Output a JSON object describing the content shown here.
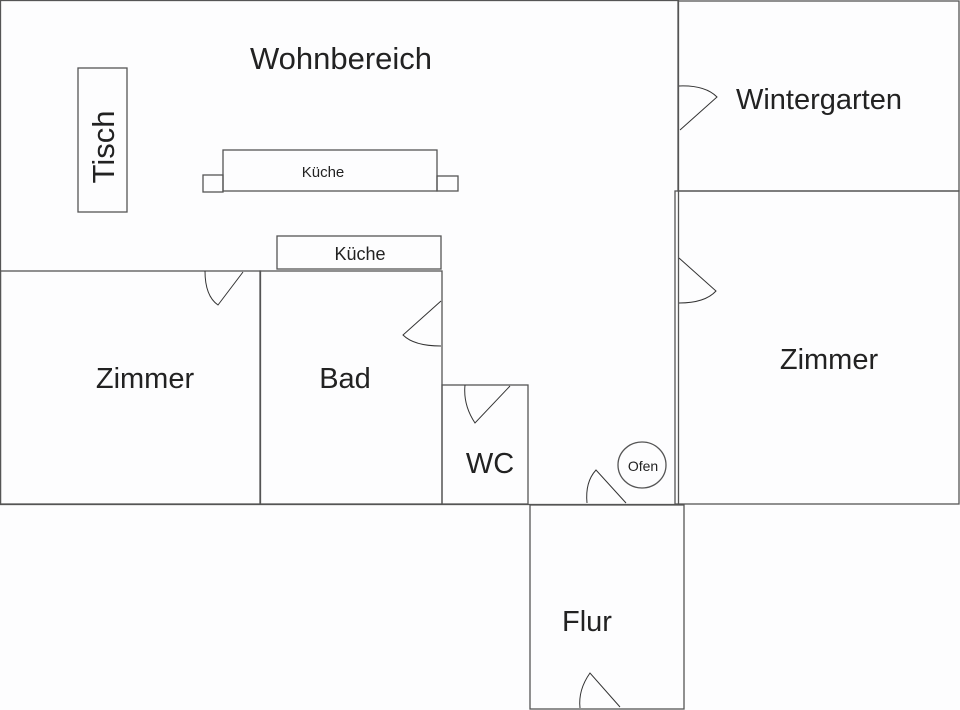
{
  "title": "Grundriss",
  "rooms": {
    "wohnbereich": "Wohnbereich",
    "wintergarten": "Wintergarten",
    "zimmer_left": "Zimmer",
    "zimmer_right": "Zimmer",
    "bad": "Bad",
    "wc": "WC",
    "flur": "Flur"
  },
  "furniture": {
    "tisch": "Tisch",
    "kueche_upper": "Küche",
    "kueche_lower": "Küche",
    "ofen": "Ofen"
  },
  "colors": {
    "line": "#555555",
    "text": "#222222",
    "background": "#fdfdfe"
  }
}
